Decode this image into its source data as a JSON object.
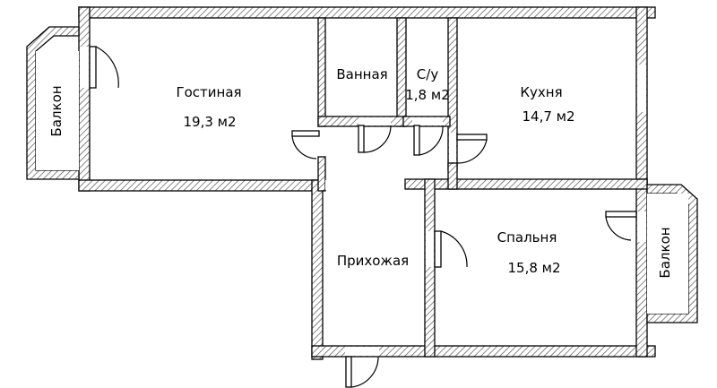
{
  "rooms": {
    "living": {
      "name": "Гостиная",
      "area": "19,3 м2"
    },
    "bathroom": {
      "name": "Ванная"
    },
    "toilet": {
      "name": "С/у",
      "area": "1,8 м2"
    },
    "kitchen": {
      "name": "Кухня",
      "area": "14,7 м2"
    },
    "hall": {
      "name": "Прихожая"
    },
    "bedroom": {
      "name": "Спальня",
      "area": "15,8 м2"
    },
    "balcony_left": {
      "name": "Балкон"
    },
    "balcony_right": {
      "name": "Балкон"
    }
  },
  "colors": {
    "wall_line": "#000000",
    "hatch": "#555555",
    "background": "#ffffff"
  }
}
